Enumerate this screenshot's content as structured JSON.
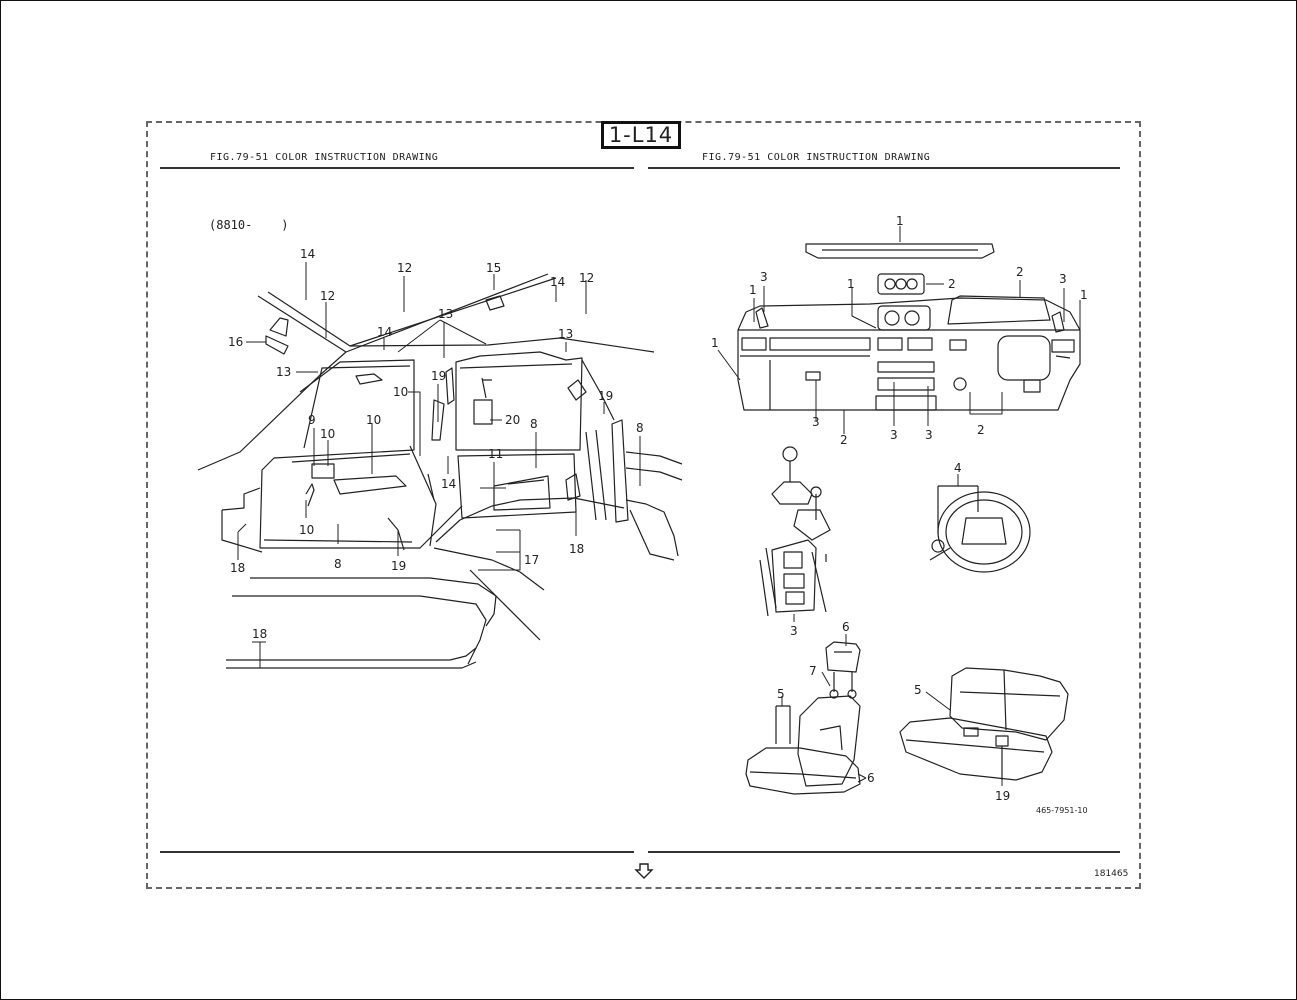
{
  "page_code": "1-L14",
  "left_panel": {
    "title": "FIG.79-51 COLOR INSTRUCTION DRAWING",
    "model_note": "(8810-    )"
  },
  "right_panel": {
    "title": "FIG.79-51 COLOR INSTRUCTION DRAWING"
  },
  "drawing_id": "465-7951-10",
  "sheet_number": "181465",
  "icons": {
    "next_page": "down-arrow-icon"
  },
  "callouts": {
    "left": [
      "14",
      "12",
      "15",
      "14",
      "12",
      "12",
      "14",
      "13",
      "16",
      "13",
      "13",
      "10",
      "19",
      "20",
      "8",
      "9",
      "10",
      "10",
      "11",
      "14",
      "19",
      "8",
      "10",
      "8",
      "19",
      "18",
      "17",
      "18",
      "18"
    ],
    "right": [
      "1",
      "2",
      "2",
      "3",
      "1",
      "1",
      "3",
      "1",
      "1",
      "3",
      "2",
      "3",
      "3",
      "2",
      "4",
      "3",
      "6",
      "7",
      "5",
      "6",
      "5",
      "19"
    ]
  }
}
